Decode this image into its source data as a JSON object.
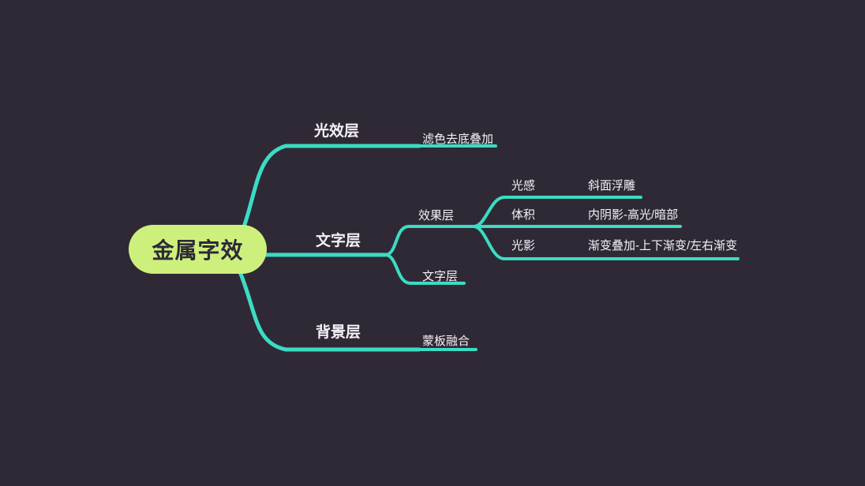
{
  "colors": {
    "background": "#2f2936",
    "line": "#3bdcc3",
    "root_fill": "#cdf07d",
    "root_text": "#2e2936",
    "label_text": "#f4f2f6"
  },
  "mindmap": {
    "root": {
      "label": "金属字效"
    },
    "branches": [
      {
        "label": "光效层",
        "children": [
          {
            "label": "滤色去底叠加",
            "children": []
          }
        ]
      },
      {
        "label": "文字层",
        "children": [
          {
            "label": "效果层",
            "children": [
              {
                "label": "光感",
                "children": [
                  {
                    "label": "斜面浮雕",
                    "children": []
                  }
                ]
              },
              {
                "label": "体积",
                "children": [
                  {
                    "label": "内阴影-高光/暗部",
                    "children": []
                  }
                ]
              },
              {
                "label": "光影",
                "children": [
                  {
                    "label": "渐变叠加-上下渐变/左右渐变",
                    "children": []
                  }
                ]
              }
            ]
          },
          {
            "label": "文字层",
            "children": []
          }
        ]
      },
      {
        "label": "背景层",
        "children": [
          {
            "label": "蒙板融合",
            "children": []
          }
        ]
      }
    ]
  }
}
